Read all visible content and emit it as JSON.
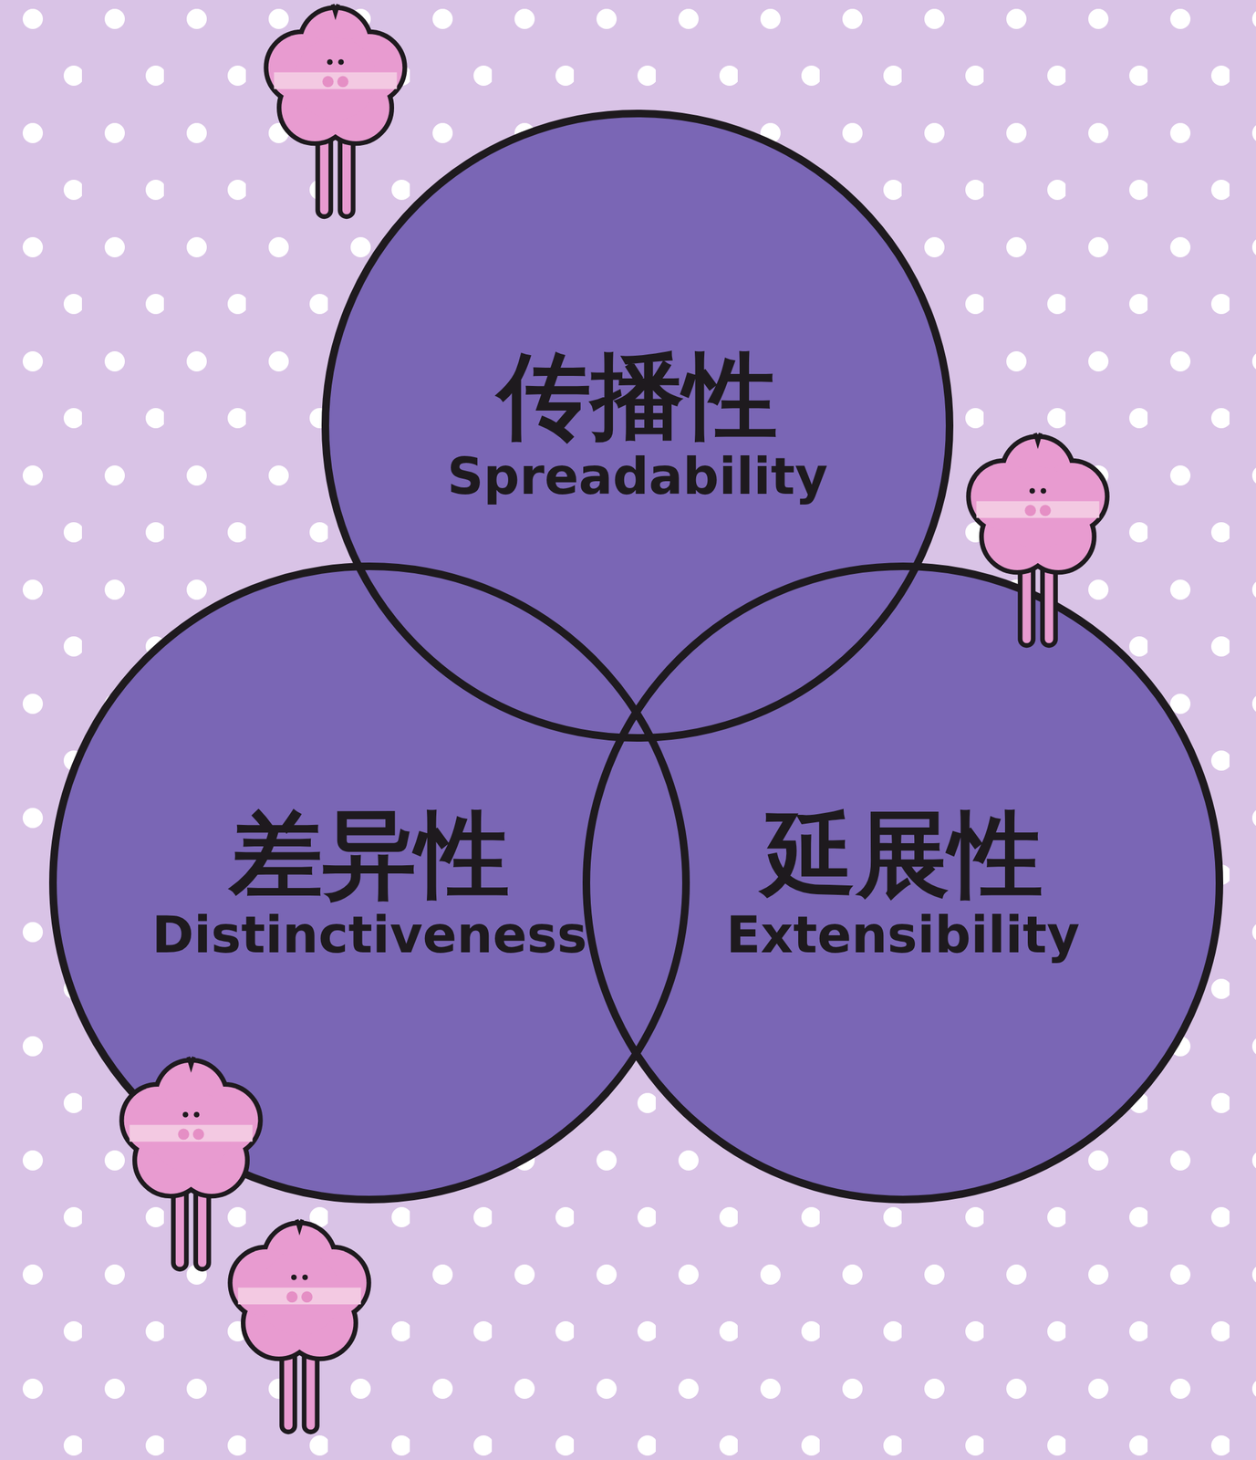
{
  "diagram": {
    "nodes": [
      {
        "text": [
          "传播性",
          "Spreadability"
        ]
      },
      {
        "text": [
          "差异性",
          "Distinctiveness"
        ]
      },
      {
        "text": [
          "延展性",
          "Extensibility"
        ]
      }
    ]
  }
}
